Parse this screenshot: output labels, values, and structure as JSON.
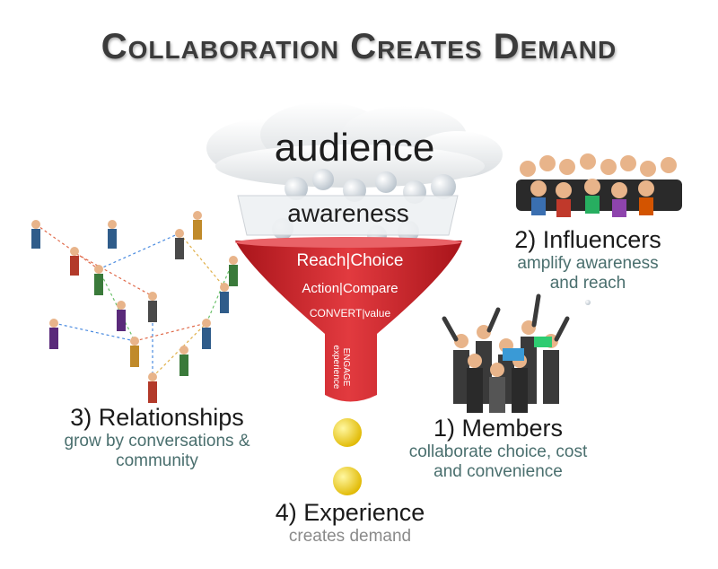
{
  "title": "Collaboration Creates Demand",
  "funnel": {
    "top_label": "audience",
    "second_label": "awareness",
    "stage1": "Reach|Choice",
    "stage2": "Action|Compare",
    "stage3": "CONVERT|value",
    "stage4_line1": "ENGAGE",
    "stage4_line2": "experience"
  },
  "labels": {
    "influencers": {
      "num": "2)",
      "name": "Influencers",
      "desc1": "amplify awareness",
      "desc2": "and reach"
    },
    "members": {
      "num": "1)",
      "name": "Members",
      "desc1": "collaborate choice, cost",
      "desc2": "and convenience"
    },
    "relationships": {
      "num": "3)",
      "name": "Relationships",
      "desc1": "grow by conversations &",
      "desc2": "community"
    },
    "experience": {
      "num": "4)",
      "name": "Experience",
      "desc1": "creates demand"
    }
  },
  "colors": {
    "funnel_red": "#d2232a",
    "title_gray": "#3b3b3b",
    "subtext_teal": "#4a6f6e",
    "drop_yellow": "#f2d400"
  }
}
